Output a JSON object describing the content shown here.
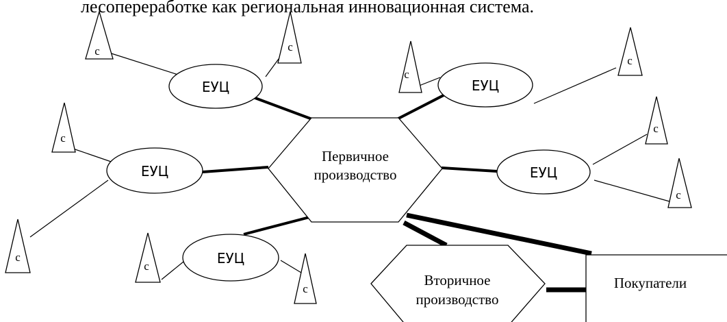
{
  "header_text": "лесопереработке как региональная инновационная система.",
  "center_node": {
    "line1": "Первичное",
    "line2": "производство"
  },
  "secondary_node": {
    "line1": "Вторичное",
    "line2": "производство"
  },
  "buyers_label": "Покупатели",
  "euc_label": "ЕУЦ",
  "cone_label": "с"
}
